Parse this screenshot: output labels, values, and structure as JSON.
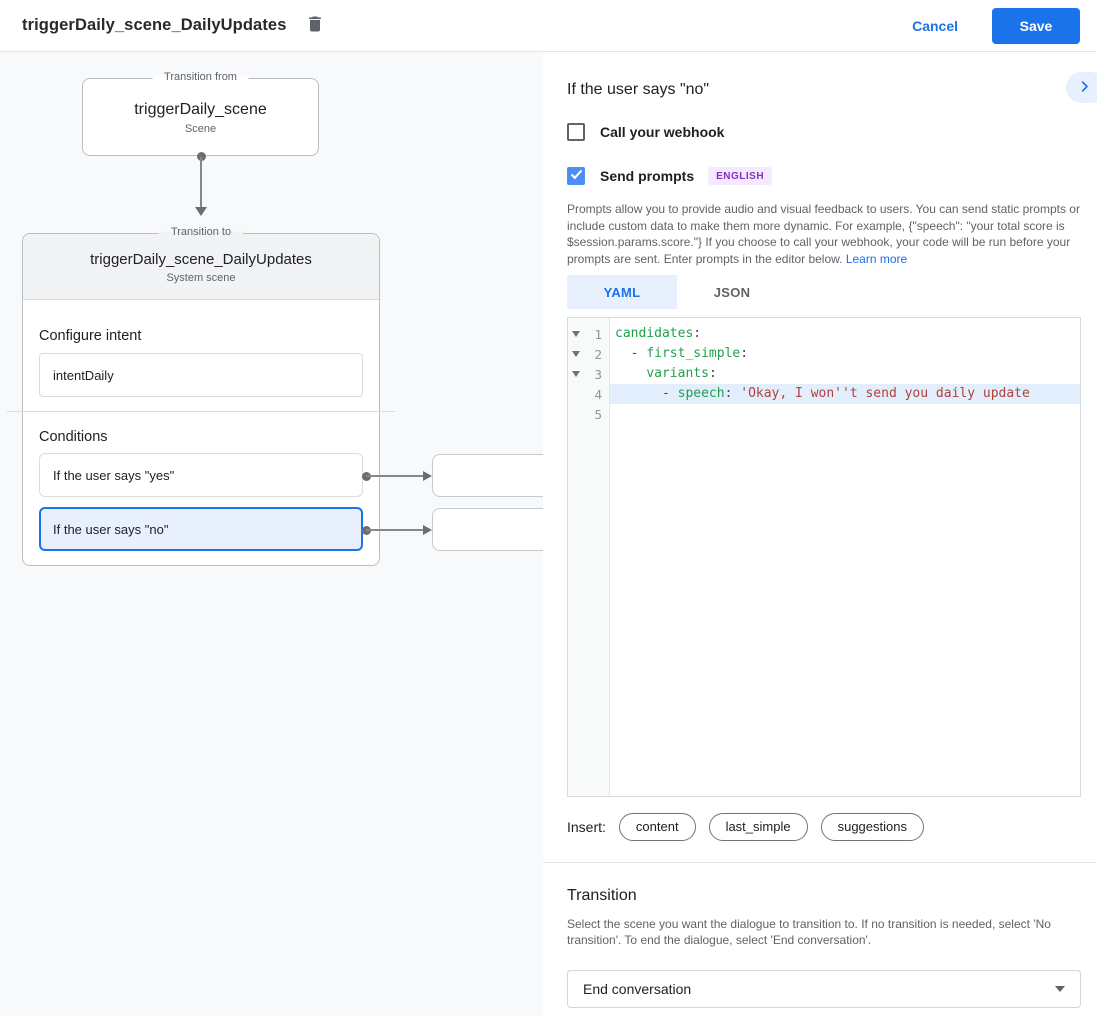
{
  "header": {
    "title": "triggerDaily_scene_DailyUpdates",
    "cancel": "Cancel",
    "save": "Save"
  },
  "canvas": {
    "from_box": {
      "legend": "Transition from",
      "title": "triggerDaily_scene",
      "subtitle": "Scene"
    },
    "to_card": {
      "legend": "Transition to",
      "title": "triggerDaily_scene_DailyUpdates",
      "subtitle": "System scene",
      "intent_heading": "Configure intent",
      "intent_value": "intentDaily",
      "conditions_heading": "Conditions",
      "conditions": [
        {
          "label": "If the user says \"yes\""
        },
        {
          "label": "If the user says \"no\""
        }
      ]
    }
  },
  "panel": {
    "title": "If the user says \"no\"",
    "webhook": {
      "label": "Call your webhook"
    },
    "prompts": {
      "label": "Send prompts",
      "badge": "ENGLISH"
    },
    "description": "Prompts allow you to provide audio and visual feedback to users. You can send static prompts or include custom data to make them more dynamic. For example, {\"speech\": \"your total score is $session.params.score.\"} If you choose to call your webhook, your code will be run before your prompts are sent. Enter prompts in the editor below. ",
    "learn_more": "Learn more",
    "tabs": {
      "yaml": "YAML",
      "json": "JSON"
    },
    "editor": {
      "lines": [
        {
          "num": "1",
          "pre": "",
          "key": "candidates",
          "mid": ":",
          "str": ""
        },
        {
          "num": "2",
          "pre": "  - ",
          "key": "first_simple",
          "mid": ":",
          "str": ""
        },
        {
          "num": "3",
          "pre": "    ",
          "key": "variants",
          "mid": ":",
          "str": ""
        },
        {
          "num": "4",
          "pre": "      - ",
          "key": "speech",
          "mid": ": ",
          "str": "'Okay, I won''t send you daily update"
        },
        {
          "num": "5",
          "pre": "",
          "key": "",
          "mid": "",
          "str": ""
        }
      ]
    },
    "insert": {
      "label": "Insert:",
      "chips": [
        "content",
        "last_simple",
        "suggestions"
      ]
    },
    "transition": {
      "heading": "Transition",
      "description": "Select the scene you want the dialogue to transition to. If no transition is needed, select 'No transition'. To end the dialogue, select 'End conversation'.",
      "value": "End conversation"
    }
  }
}
